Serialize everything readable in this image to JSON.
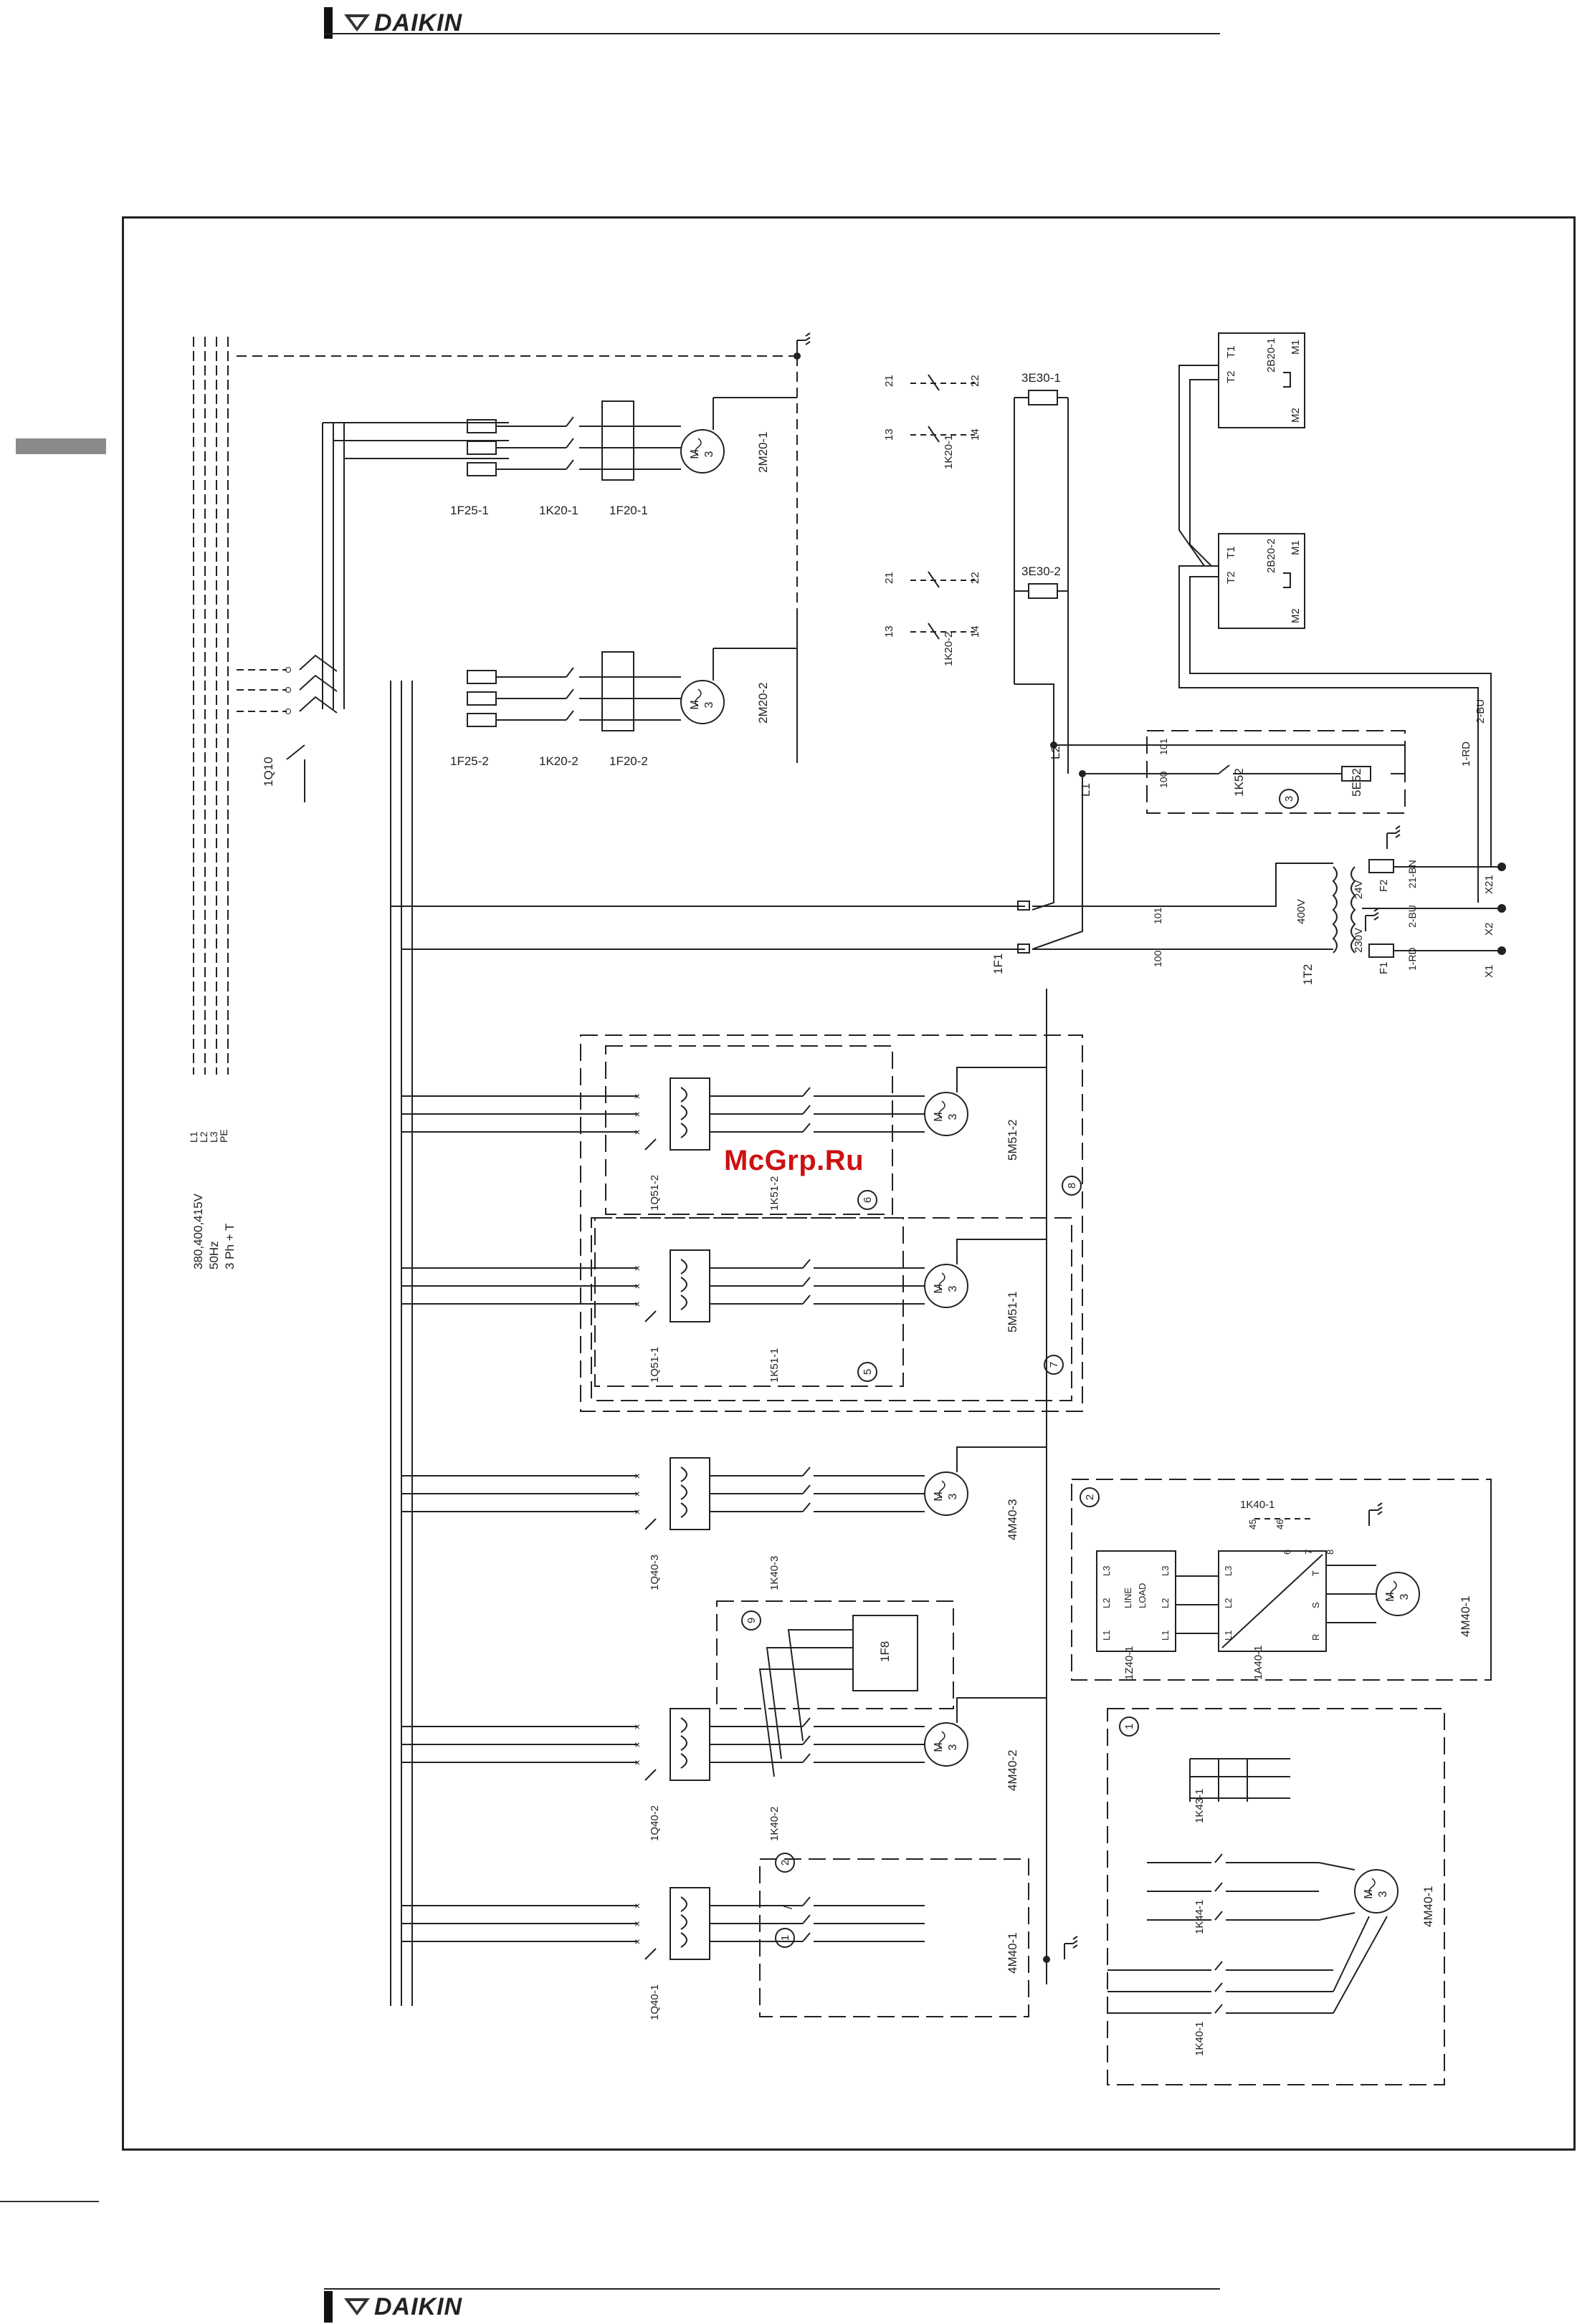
{
  "header": {
    "brand": "DAIKIN"
  },
  "footer": {
    "brand": "DAIKIN"
  },
  "watermark": "McGrp.Ru",
  "supply": {
    "line1": "380,400,415V",
    "line2": "50Hz",
    "line3": "3 Ph + T",
    "phases": [
      "L1",
      "L2",
      "L3",
      "PE"
    ]
  },
  "main_switch": "1Q10",
  "fans": [
    {
      "motor": "2M20-1",
      "fuse": "1F25-1",
      "overload": "1F20-1",
      "contactor": "1K20-1"
    },
    {
      "motor": "2M20-2",
      "fuse": "1F25-2",
      "overload": "1F20-2",
      "contactor": "1K20-2"
    }
  ],
  "aux_contacts": [
    {
      "name": "1K20-1",
      "terminals": [
        "21",
        "22",
        "13",
        "14"
      ]
    },
    {
      "name": "1K20-2",
      "terminals": [
        "21",
        "22",
        "13",
        "14"
      ]
    }
  ],
  "heaters": [
    "3E30-1",
    "3E30-2"
  ],
  "protectors": [
    {
      "name": "2B20-1",
      "terminals": [
        "T1",
        "T2",
        "M1",
        "M2"
      ]
    },
    {
      "name": "2B20-2",
      "terminals": [
        "T1",
        "T2",
        "M1",
        "M2"
      ]
    }
  ],
  "wires": [
    "1-RD",
    "2-BU",
    "21-BN",
    "2-BU",
    "1-RD"
  ],
  "control": {
    "lines": [
      "L2",
      "L1"
    ],
    "nodes": [
      "101",
      "100",
      "101",
      "100"
    ],
    "relay": "1K52",
    "relay_item": "3",
    "element": "5E52",
    "control_fuse": "1F1"
  },
  "transformer": {
    "name": "1T2",
    "voltages": [
      "400V",
      "230V",
      "24V"
    ],
    "fuses": [
      "F2",
      "F1"
    ],
    "terminals": [
      "X21",
      "X2",
      "X1"
    ]
  },
  "pumps": [
    {
      "motor": "5M51-2",
      "breaker": "1Q51-2",
      "contactor": "1K51-2",
      "item": "6"
    },
    {
      "motor": "5M51-1",
      "breaker": "1Q51-1",
      "contactor": "1K51-1",
      "item": "5"
    }
  ],
  "pump_frames": [
    "8",
    "7"
  ],
  "compressors": [
    {
      "motor": "4M40-3",
      "breaker": "1Q40-3",
      "contactor": "1K40-3"
    },
    {
      "motor": "4M40-2",
      "breaker": "1Q40-2",
      "contactor": "1K40-2"
    },
    {
      "motor": "4M40-1",
      "breaker": "1Q40-1"
    }
  ],
  "option_1F8": {
    "item": "9",
    "device": "1F8"
  },
  "option_ref": [
    "1",
    "/",
    "2"
  ],
  "softstart": {
    "item": "2",
    "filter": "1Z40-1",
    "starter": "1A40-1",
    "motor": "4M40-1",
    "relay": "1K40-1",
    "relay_pins": [
      "45",
      "46"
    ],
    "line_label": "LINE",
    "load_label": "LOAD",
    "line_pins": [
      "L1",
      "L2",
      "L3"
    ],
    "load_pins": [
      "L1",
      "L2",
      "L3"
    ],
    "starter_in": [
      "L1",
      "L2",
      "L3"
    ],
    "starter_out": [
      "R",
      "S",
      "T"
    ],
    "control_pins": [
      "6",
      "7",
      "8"
    ]
  },
  "stardelta": {
    "item": "1",
    "contactors": [
      "1K43-1",
      "1K44-1",
      "1K40-1"
    ],
    "motor": "4M40-1"
  }
}
